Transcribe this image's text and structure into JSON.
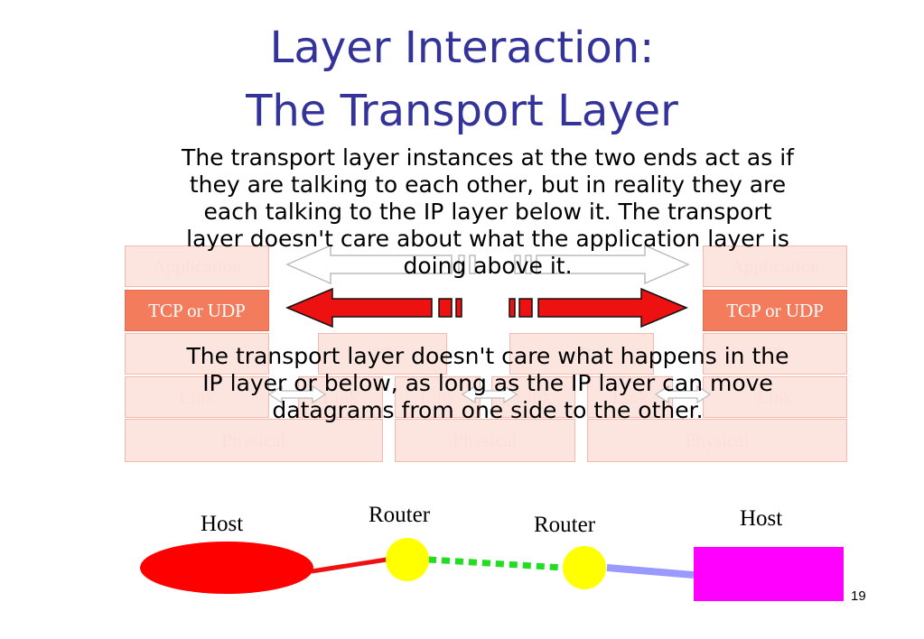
{
  "title": {
    "line1": "Layer Interaction:",
    "line2": "The Transport Layer"
  },
  "layers": {
    "application": "Application",
    "transport": "TCP or UDP",
    "ip": "IP",
    "link": "Link",
    "physical": "Physical"
  },
  "paragraph1": [
    "The transport layer instances at the two ends act as if",
    "they are talking to each other, but in reality they are",
    "each talking to the IP layer below it.  The transport",
    "layer doesn't care about what the application layer is",
    "doing above it."
  ],
  "paragraph2": [
    "The transport layer doesn't care what happens in the",
    "IP layer or below, as long as the IP layer can move",
    "datagrams from one side to the other."
  ],
  "nodes": {
    "host_left": "Host",
    "router_1": "Router",
    "router_2": "Router",
    "host_right": "Host"
  },
  "colors": {
    "title": "#333399",
    "transport_box": "#f27c5c",
    "layer_box": "#fce4df",
    "arrow_red": "#ee1111",
    "host_left": "#ff0000",
    "router": "#ffff00",
    "host_right": "#ff00ff",
    "link_dotted": "#22dd22",
    "link_right": "#9999ff"
  },
  "page_number": "19"
}
